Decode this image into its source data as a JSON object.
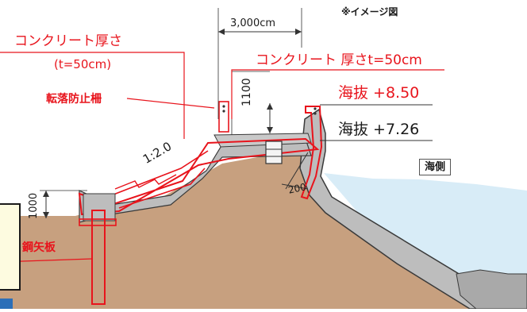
{
  "note": "※イメージ図",
  "dimensions": {
    "width_top": "3,000cm",
    "wall_height": "1100",
    "left_height": "1000",
    "slope_ratio": "1:2.0",
    "base_width": "200"
  },
  "labels": {
    "concrete_thickness": "コンクリート厚さ",
    "concrete_thickness_value": "(t=50cm)",
    "concrete_thickness_top": "コンクリート 厚さt=50cm",
    "fall_prevention_fence": "転落防止柵",
    "steel_sheet_pile": "鋼矢板",
    "sea_side": "海側"
  },
  "elevations": {
    "new_crest": "海抜 +8.50",
    "existing_crest": "海抜 +7.26"
  },
  "colors": {
    "accent_red": "#e8141c",
    "soil": "#c7a07f",
    "concrete": "#bdbdbd",
    "sea": "#d8ecf7",
    "legend_fill": "#fdfbe0"
  }
}
